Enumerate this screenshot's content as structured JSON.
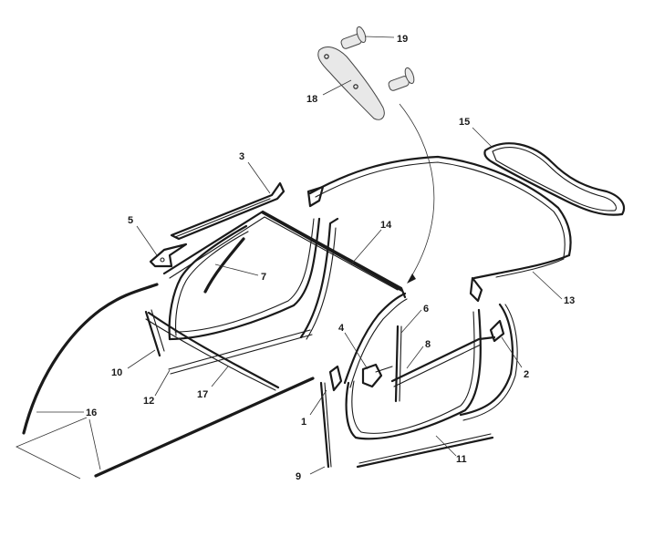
{
  "callouts": [
    {
      "id": "1",
      "label": "1"
    },
    {
      "id": "2",
      "label": "2"
    },
    {
      "id": "3",
      "label": "3"
    },
    {
      "id": "4",
      "label": "4"
    },
    {
      "id": "5",
      "label": "5"
    },
    {
      "id": "6",
      "label": "6"
    },
    {
      "id": "7",
      "label": "7"
    },
    {
      "id": "8",
      "label": "8"
    },
    {
      "id": "9",
      "label": "9"
    },
    {
      "id": "10",
      "label": "10"
    },
    {
      "id": "11",
      "label": "11"
    },
    {
      "id": "12",
      "label": "12"
    },
    {
      "id": "13",
      "label": "13"
    },
    {
      "id": "14",
      "label": "14"
    },
    {
      "id": "15",
      "label": "15"
    },
    {
      "id": "16",
      "label": "16"
    },
    {
      "id": "17",
      "label": "17"
    },
    {
      "id": "18",
      "label": "18"
    },
    {
      "id": "19",
      "label": "19"
    }
  ],
  "colors": {
    "stroke": "#1a1a1a",
    "background": "#ffffff"
  }
}
